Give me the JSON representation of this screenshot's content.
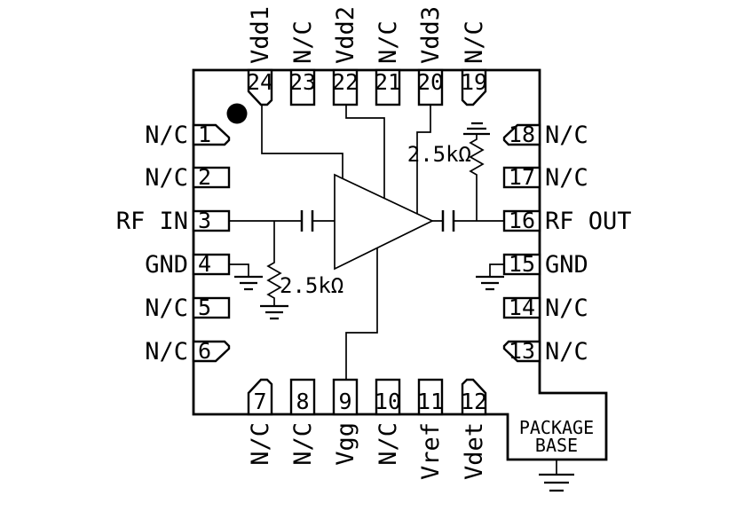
{
  "pins": [
    {
      "number": "1",
      "label": "N/C"
    },
    {
      "number": "2",
      "label": "N/C"
    },
    {
      "number": "3",
      "label": "RF IN"
    },
    {
      "number": "4",
      "label": "GND"
    },
    {
      "number": "5",
      "label": "N/C"
    },
    {
      "number": "6",
      "label": "N/C"
    },
    {
      "number": "7",
      "label": "N/C"
    },
    {
      "number": "8",
      "label": "N/C"
    },
    {
      "number": "9",
      "label": "Vgg"
    },
    {
      "number": "10",
      "label": "N/C"
    },
    {
      "number": "11",
      "label": "Vref"
    },
    {
      "number": "12",
      "label": "Vdet"
    },
    {
      "number": "13",
      "label": "N/C"
    },
    {
      "number": "14",
      "label": "N/C"
    },
    {
      "number": "15",
      "label": "GND"
    },
    {
      "number": "16",
      "label": "RF OUT"
    },
    {
      "number": "17",
      "label": "N/C"
    },
    {
      "number": "18",
      "label": "N/C"
    },
    {
      "number": "19",
      "label": "N/C"
    },
    {
      "number": "20",
      "label": "Vdd3"
    },
    {
      "number": "21",
      "label": "N/C"
    },
    {
      "number": "22",
      "label": "Vdd2"
    },
    {
      "number": "23",
      "label": "N/C"
    },
    {
      "number": "24",
      "label": "Vdd1"
    }
  ],
  "resistors": {
    "input": {
      "label": "2.5kΩ"
    },
    "output": {
      "label": "2.5kΩ"
    }
  },
  "package_base": {
    "line1": "PACKAGE",
    "line2": "BASE"
  },
  "icons": {
    "pin1_marker": "filled-circle",
    "amplifier": "right-pointing-triangle",
    "capacitor": "parallel-plates",
    "resistor": "zigzag",
    "ground": "triple-bar-ground"
  },
  "colors": {
    "line": "#000000",
    "background": "#ffffff",
    "pin1_marker": "#000000"
  }
}
